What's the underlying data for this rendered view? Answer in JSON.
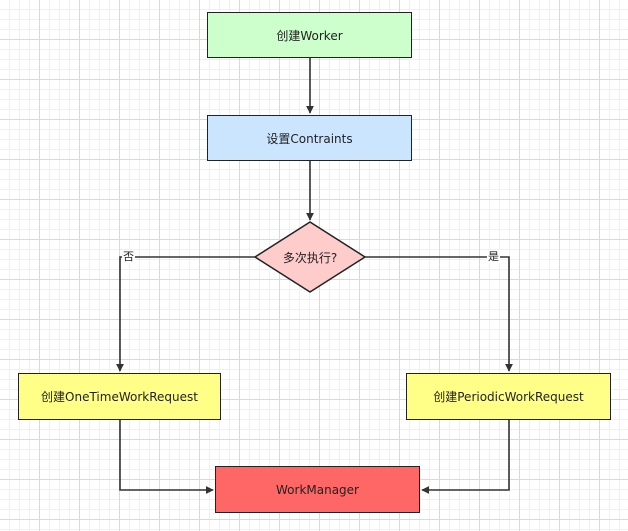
{
  "nodes": {
    "create_worker": {
      "label": "创建Worker",
      "color": "#ccffcc"
    },
    "set_constraints": {
      "label": "设置Contraints",
      "color": "#cce5ff"
    },
    "decision": {
      "label": "多次执行?",
      "color": "#ffcccc"
    },
    "one_time": {
      "label": "创建OneTimeWorkRequest",
      "color": "#ffff88"
    },
    "periodic": {
      "label": "创建PeriodicWorkRequest",
      "color": "#ffff88"
    },
    "work_manager": {
      "label": "WorkManager",
      "color": "#ff6666"
    }
  },
  "edges": {
    "no_label": "否",
    "yes_label": "是"
  },
  "colors": {
    "line": "#333333",
    "border": "#222222"
  }
}
